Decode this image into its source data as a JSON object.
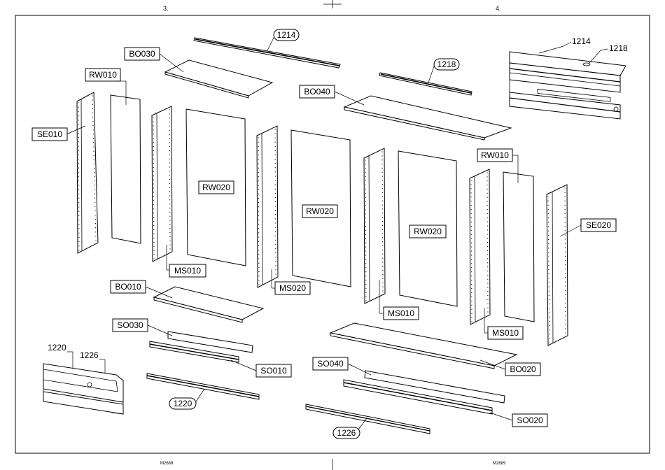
{
  "page": {
    "left_page_number": "3.",
    "right_page_number": "4.",
    "left_footer_code": "M2689",
    "right_footer_code": "M2689"
  },
  "labels": {
    "p1214_top": "1214",
    "p1218_top": "1218",
    "bo030": "BO030",
    "bo040": "BO040",
    "rw010_left": "RW010",
    "se010": "SE010",
    "rw020_a": "RW020",
    "rw020_b": "RW020",
    "rw020_c": "RW020",
    "rw010_right": "RW010",
    "se020": "SE020",
    "ms010_a": "MS010",
    "ms020": "MS020",
    "ms010_b": "MS010",
    "ms010_c": "MS010",
    "bo010": "BO010",
    "so030": "SO030",
    "so010": "SO010",
    "so040": "SO040",
    "bo020": "BO020",
    "so020": "SO020",
    "p1220_bottom": "1220",
    "p1226_bottom": "1226",
    "detail_1214": "1214",
    "detail_1218": "1218",
    "detail_1220": "1220",
    "detail_1226": "1226"
  }
}
